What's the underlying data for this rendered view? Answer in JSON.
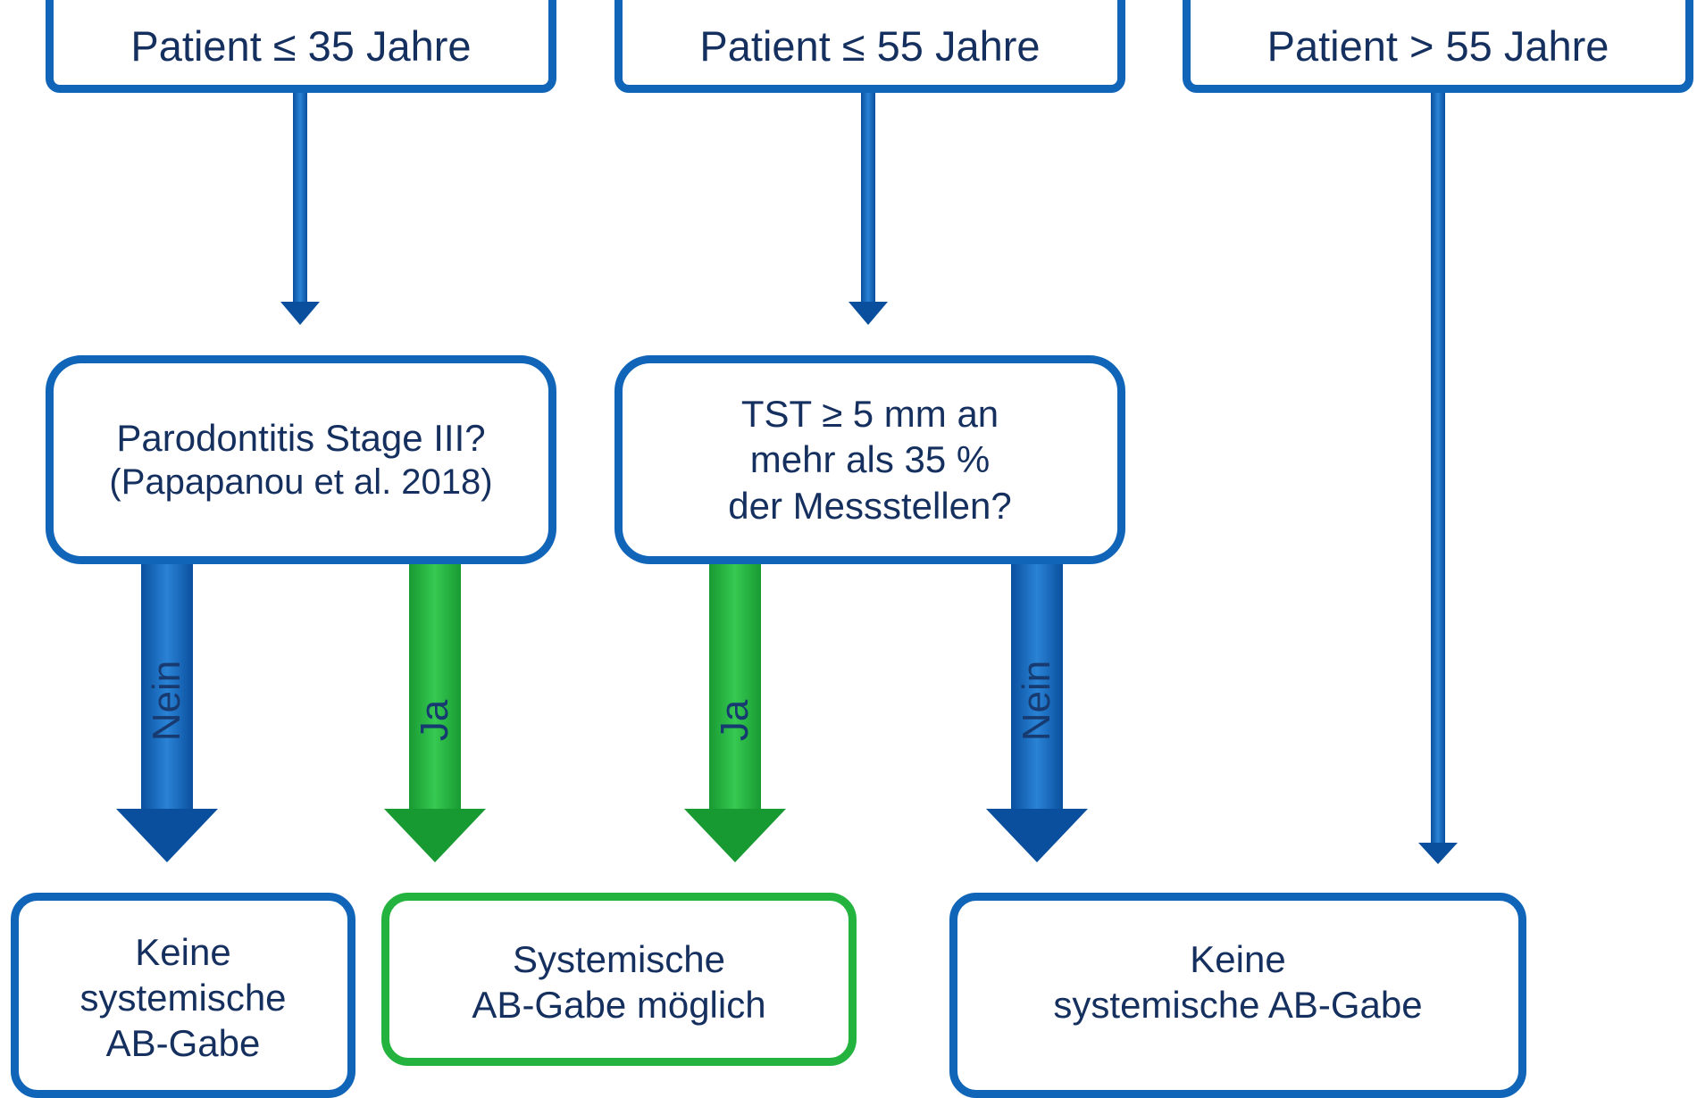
{
  "colors": {
    "blue": "#1165b8",
    "blue_light": "#2a83d6",
    "blue_dark": "#0a4f9e",
    "green": "#23b33e",
    "text": "#15305f"
  },
  "nodes": {
    "age_le_35": {
      "lines": [
        "Patient ≤ 35 Jahre"
      ]
    },
    "age_le_55": {
      "lines": [
        "Patient ≤ 55 Jahre"
      ]
    },
    "age_gt_55": {
      "lines": [
        "Patient > 55 Jahre"
      ]
    },
    "question_stage3": {
      "lines": [
        "Parodontitis Stage III?",
        "(Papapanou et al. 2018)"
      ]
    },
    "question_tst": {
      "lines": [
        "TST ≥ 5 mm an",
        "mehr als 35 %",
        "der Messstellen?"
      ]
    },
    "result_none_left": {
      "lines": [
        "Keine",
        "systemische",
        "AB-Gabe"
      ]
    },
    "result_possible": {
      "lines": [
        "Systemische",
        "AB-Gabe möglich"
      ]
    },
    "result_none_right": {
      "lines": [
        "Keine",
        "systemische AB-Gabe"
      ]
    }
  },
  "edges": {
    "nein_left": {
      "label": "Nein"
    },
    "ja_left": {
      "label": "Ja"
    },
    "ja_right": {
      "label": "Ja"
    },
    "nein_right": {
      "label": "Nein"
    }
  }
}
